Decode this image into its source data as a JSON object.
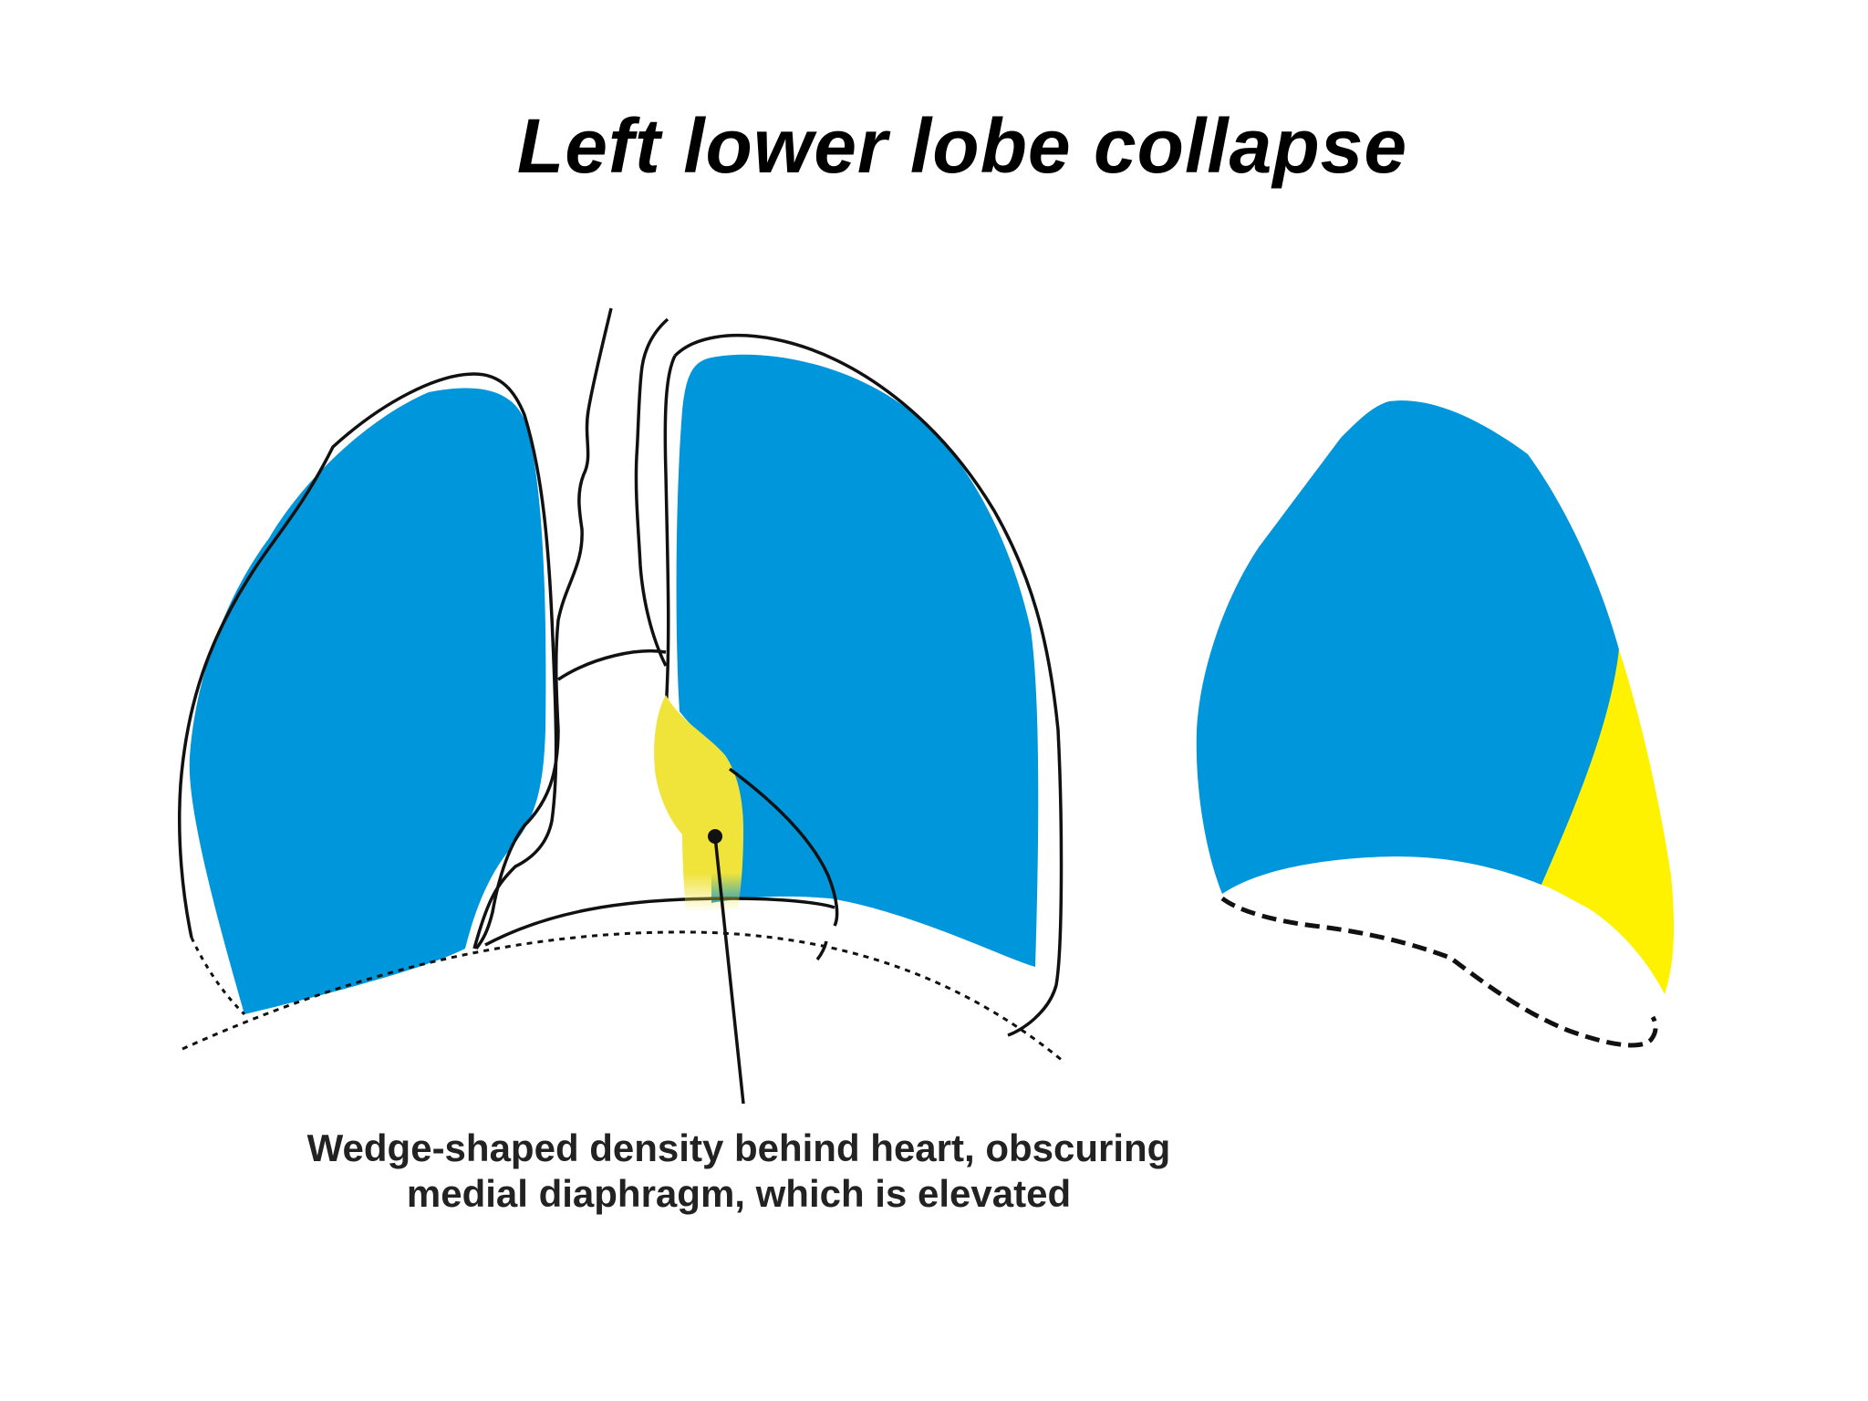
{
  "title": "Left lower lobe collapse",
  "caption": {
    "line1": "Wedge-shaped density behind heart, obscuring",
    "line2": "medial diaphragm, which is elevated"
  },
  "colors": {
    "lung": "#0096DC",
    "collapse": "#F0E33A",
    "collapse_lateral": "#FFF200",
    "outline": "#111111",
    "background": "#FFFFFF"
  },
  "views": {
    "frontal": "frontal-chest-view",
    "lateral": "lateral-chest-view"
  }
}
